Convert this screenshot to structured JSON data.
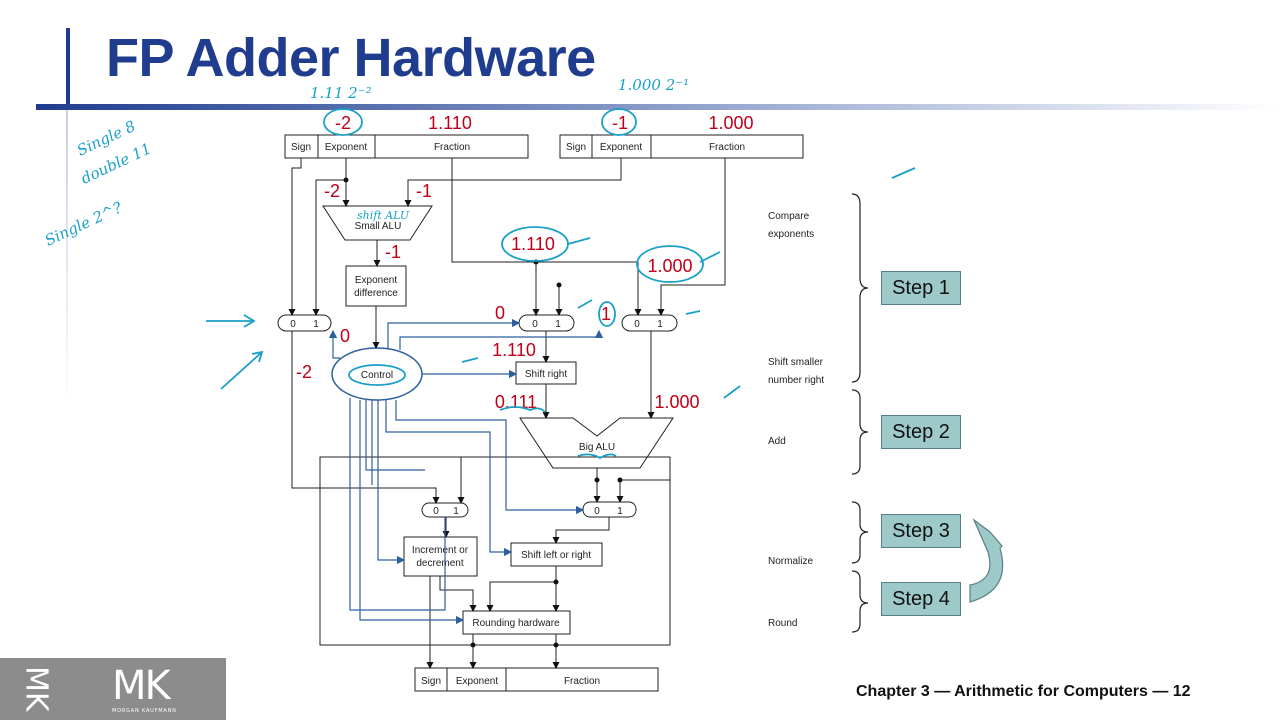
{
  "slide": {
    "title": "FP Adder Hardware",
    "footer": "Chapter 3 — Arithmetic for Computers — 12"
  },
  "logo": {
    "vertical_mark": "MK",
    "mark": "MK",
    "publisher": "MORGAN KAUFMANN"
  },
  "diagram": {
    "labels": {
      "sign": "Sign",
      "exponent": "Exponent",
      "fraction": "Fraction",
      "small_alu": "Small ALU",
      "exp_diff_1": "Exponent",
      "exp_diff_2": "difference",
      "control": "Control",
      "shift_right": "Shift right",
      "big_alu": "Big ALU",
      "inc_dec_1": "Increment or",
      "inc_dec_2": "decrement",
      "shift_lr": "Shift left or right",
      "rounding": "Rounding hardware",
      "mux0": "0",
      "mux1": "1"
    },
    "side_labels": {
      "compare_1": "Compare",
      "compare_2": "exponents",
      "shift_1": "Shift smaller",
      "shift_2": "number right",
      "add": "Add",
      "normalize": "Normalize",
      "round": "Round"
    },
    "annotations_red": {
      "exp_a": "-2",
      "frac_a": "1.110",
      "exp_b": "-1",
      "frac_b": "1.000",
      "alu_in_a": "-2",
      "alu_in_b": "-1",
      "alu_out": "-1",
      "mux_left_sel": "0",
      "mux_left_out": "-2",
      "mux_mid_in": "1.110",
      "mux_right_in": "1.000",
      "mux_mid_sel": "0",
      "mux_right_sel": "1",
      "shift_in": "1.110",
      "shift_out": "0.111",
      "big_alu_in": "1.000"
    },
    "annotations_hand": {
      "top_a": "1.11   2⁻²",
      "top_b": "1.000   2⁻¹",
      "single": "Single 8",
      "double": "double 11",
      "single2": "Single 2^?",
      "alu_note": "shift ALU"
    }
  },
  "steps": [
    "Step 1",
    "Step 2",
    "Step 3",
    "Step 4"
  ],
  "colors": {
    "title": "#1f3c8f",
    "annotation_red": "#c0001a",
    "handwriting": "#1aa0c8",
    "control_lines": "#2e5f9e",
    "step_fill": "#9ec9c9",
    "logo_bg": "#8c8c8c"
  }
}
